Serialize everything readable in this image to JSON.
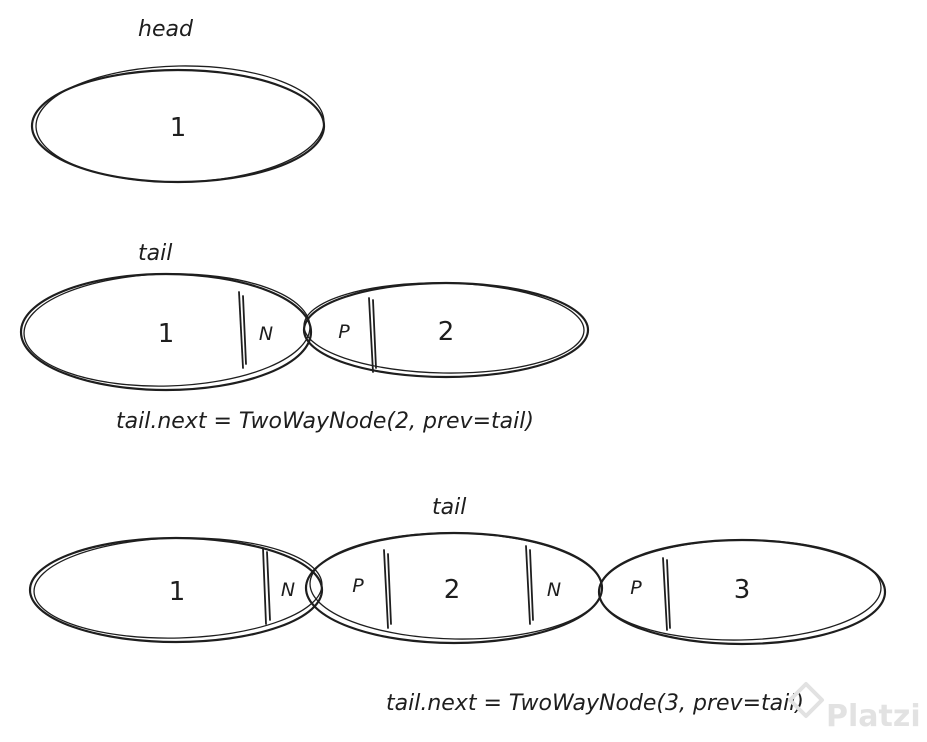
{
  "diagram": {
    "scene1": {
      "label": "head",
      "node_value": "1"
    },
    "scene2": {
      "label": "tail",
      "node1_value": "1",
      "node1_next": "N",
      "node2_prev": "P",
      "node2_value": "2",
      "code": "tail.next = TwoWayNode(2, prev=tail)"
    },
    "scene3": {
      "label": "tail",
      "node1_value": "1",
      "node1_next": "N",
      "node2_prev": "P",
      "node2_value": "2",
      "node2_next": "N",
      "node3_prev": "P",
      "node3_value": "3",
      "code": "tail.next = TwoWayNode(3, prev=tail)"
    }
  },
  "watermark": "Platzi",
  "colors": {
    "ink": "#1e1e1e",
    "watermark": "#e2e2e2",
    "background": "#ffffff"
  }
}
